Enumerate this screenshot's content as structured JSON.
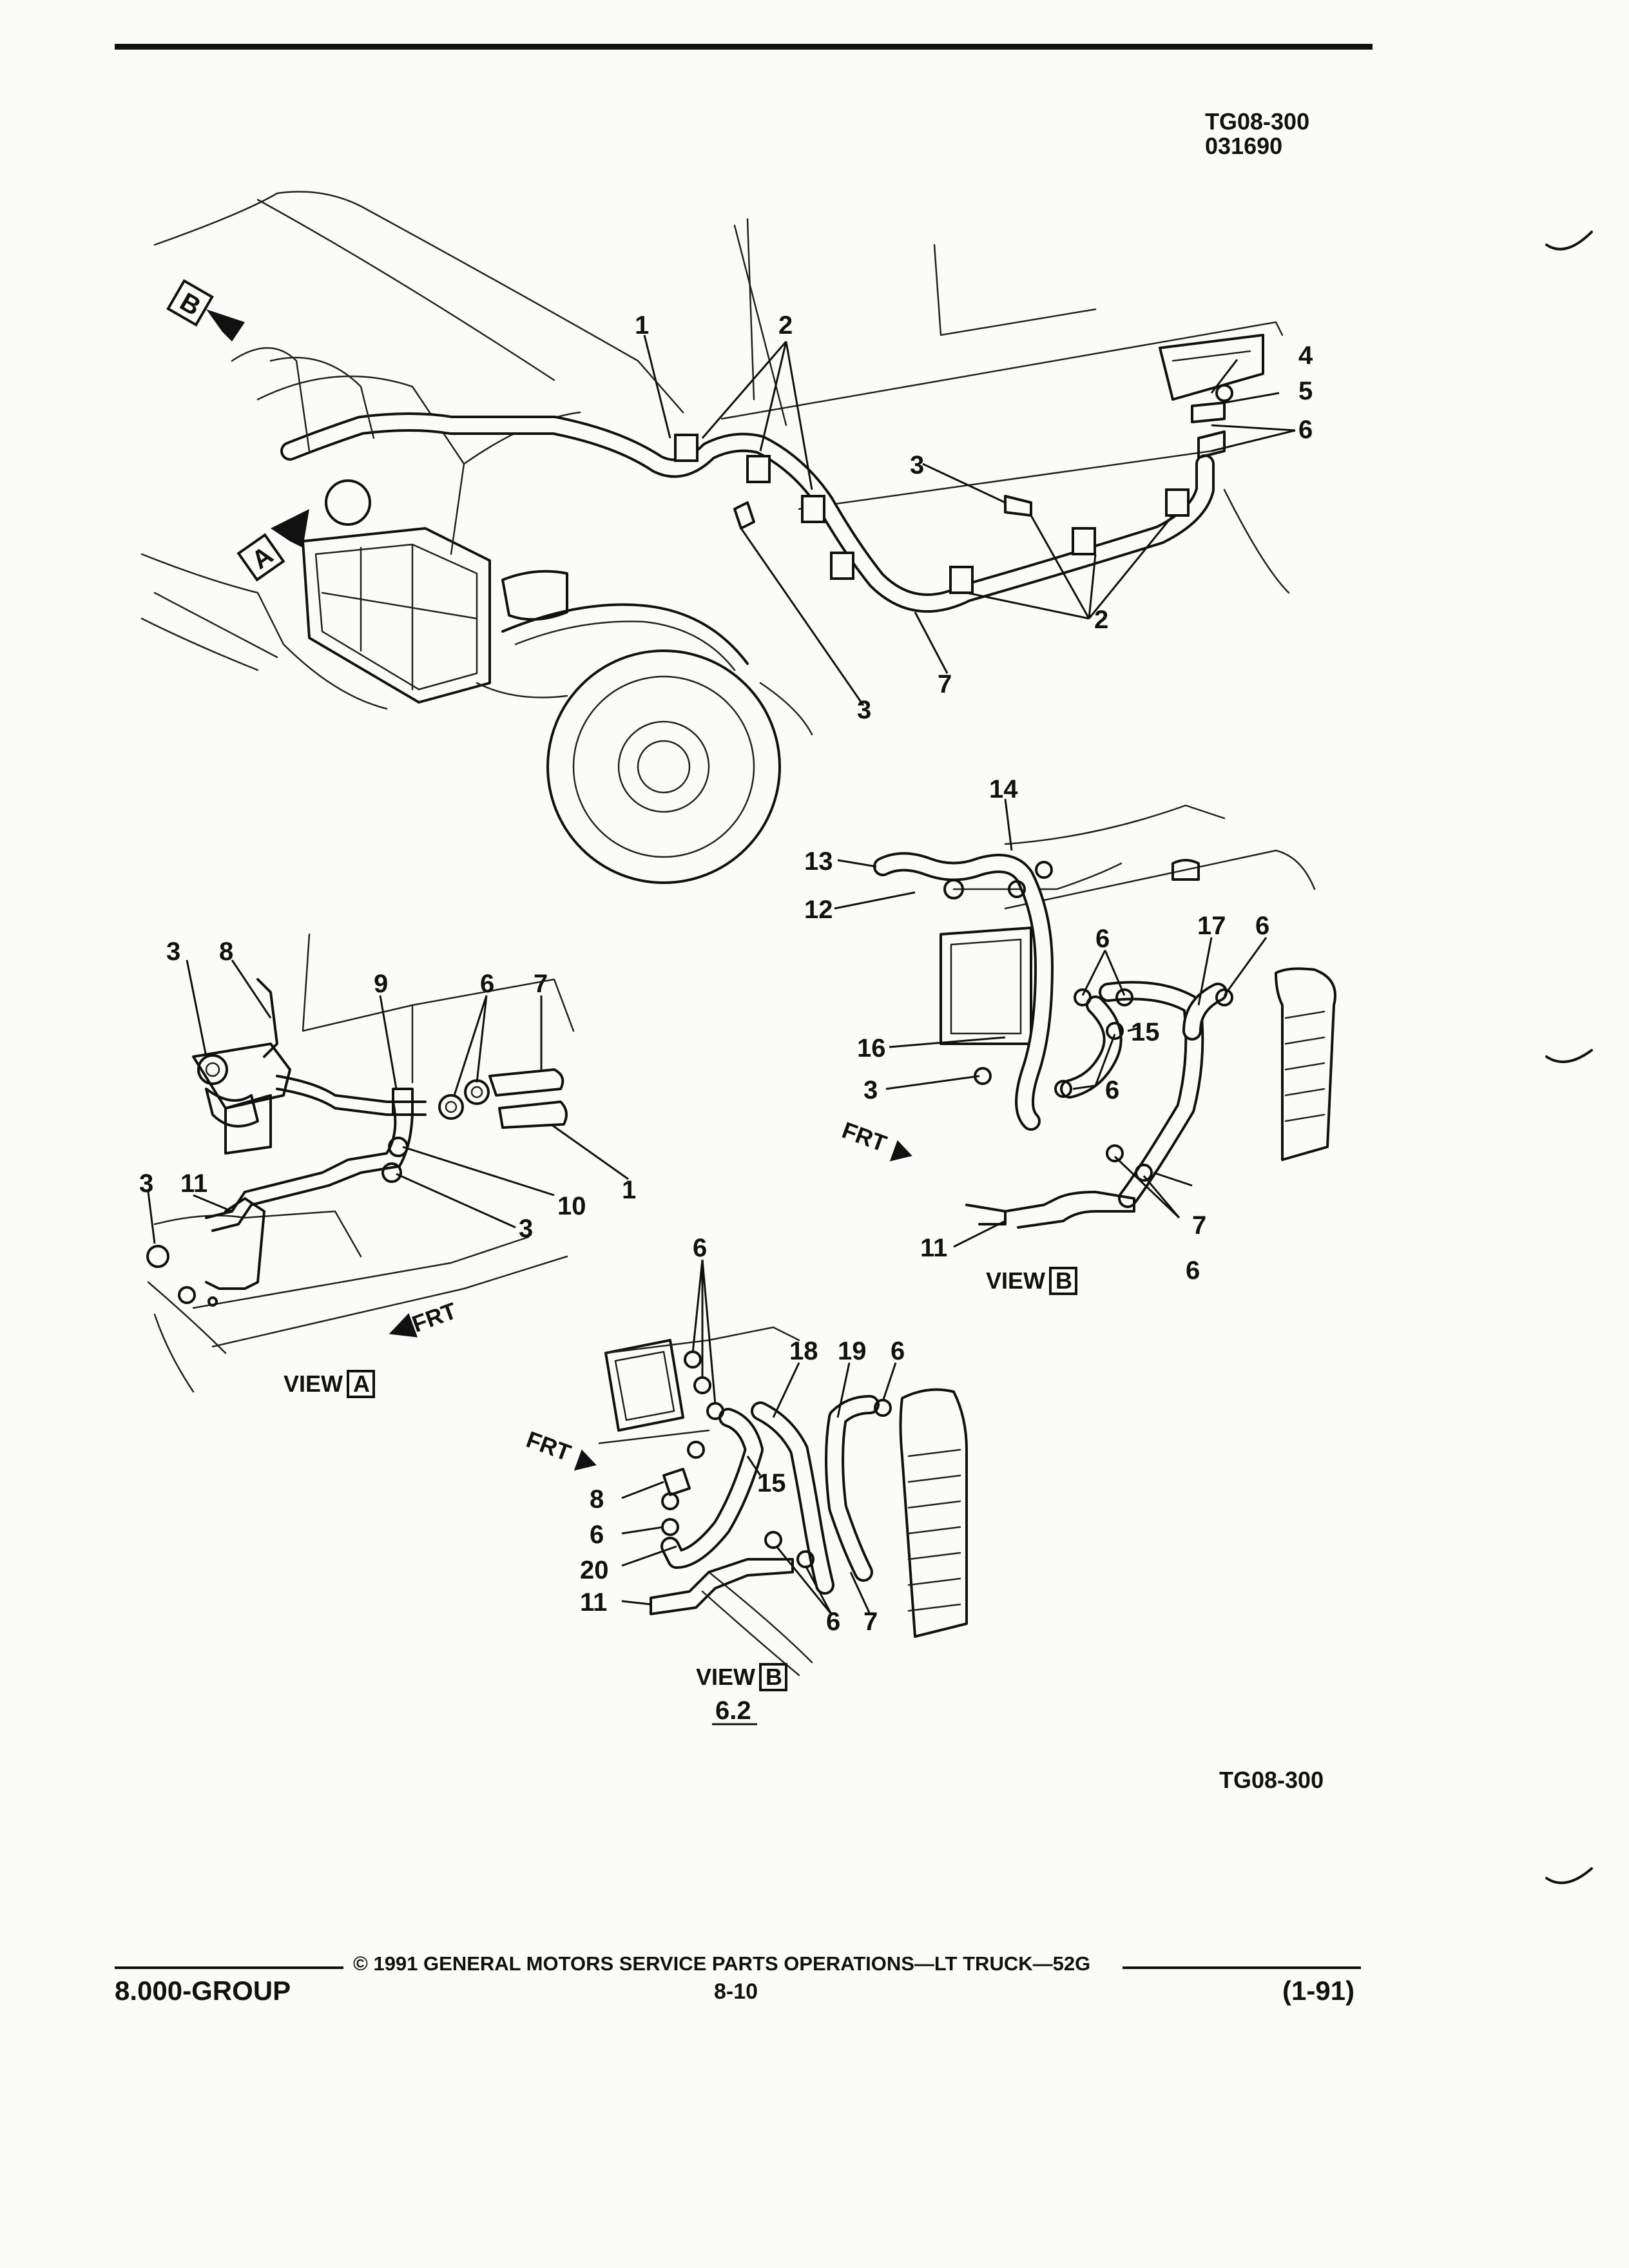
{
  "header": {
    "drawing_code": "TG08-300",
    "date_code": "031690"
  },
  "callouts": {
    "main": [
      "1",
      "2",
      "3",
      "4",
      "5",
      "6",
      "3",
      "2",
      "7"
    ],
    "view_b_top": [
      "14",
      "13",
      "12",
      "6",
      "17",
      "6",
      "15",
      "16",
      "3",
      "6",
      "7",
      "11",
      "6"
    ],
    "view_a": [
      "3",
      "8",
      "9",
      "6",
      "7",
      "1",
      "10",
      "3",
      "3",
      "11"
    ],
    "view_b_bottom": [
      "6",
      "18",
      "19",
      "6",
      "15",
      "8",
      "6",
      "20",
      "11",
      "6",
      "7"
    ]
  },
  "labels": {
    "view_a_marker": "A",
    "view_b_marker": "B",
    "frt": "FRT",
    "view_a": "VIEW",
    "view_a_box": "A",
    "view_b_top": "VIEW",
    "view_b_top_box": "B",
    "view_b_bottom": "VIEW",
    "view_b_bottom_box": "B",
    "engine_code": "6.2"
  },
  "figure_code": "TG08-300",
  "footer": {
    "group": "8.000-GROUP",
    "copyright": "© 1991 GENERAL MOTORS SERVICE PARTS OPERATIONS—LT TRUCK—52G",
    "page": "8-10",
    "revision": "(1-91)"
  }
}
